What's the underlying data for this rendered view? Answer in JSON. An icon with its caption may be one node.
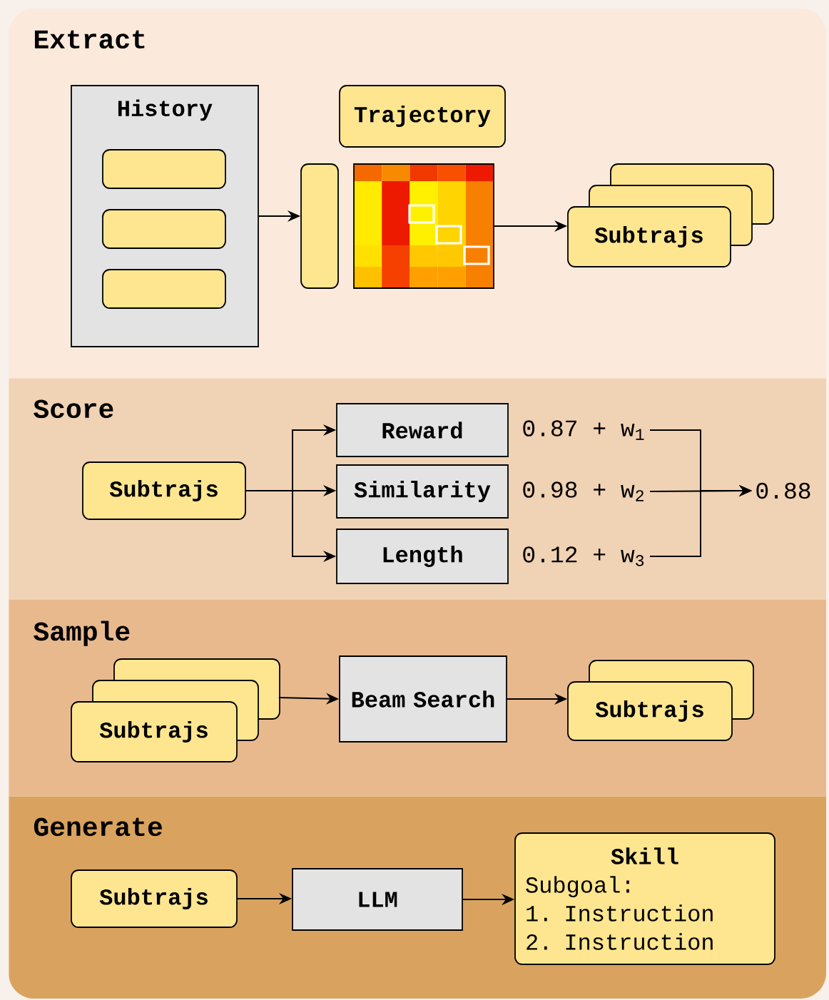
{
  "diagram": {
    "nodes": [
      {
        "text": [
          "Extract"
        ]
      },
      {
        "text": [
          "Score"
        ]
      },
      {
        "text": [
          "Sample"
        ]
      },
      {
        "text": [
          "Generate"
        ]
      },
      {
        "text": [
          "History"
        ],
        "in": 0
      },
      {
        "text": [],
        "shape": "box",
        "in": 4
      },
      {
        "text": [],
        "shape": "box",
        "in": 4
      },
      {
        "text": [],
        "shape": "box",
        "in": 4
      },
      {
        "text": [
          "Trajectory"
        ],
        "in": 0
      },
      {
        "text": [],
        "shape": "box",
        "in": 0
      },
      {
        "text": [],
        "shape": "picture",
        "in": 0
      },
      {
        "text": [
          "Subtrajs"
        ],
        "in": 0
      },
      {
        "text": [
          "Subtrajs"
        ],
        "in": 1
      },
      {
        "text": [
          "Reward"
        ],
        "in": 1,
        "beside": [
          "0.87 + w$_{1}$"
        ]
      },
      {
        "text": [
          "Similarity"
        ],
        "in": 1,
        "beside": [
          "0.98 + w$_{2}$"
        ]
      },
      {
        "text": [
          "Length"
        ],
        "in": 1,
        "beside": [
          "0.12 + w$_{3}$"
        ]
      },
      {
        "text": [
          "0.88"
        ],
        "in": 1
      },
      {
        "text": [
          "Subtrajs"
        ],
        "in": 2
      },
      {
        "text": [
          "Beam Search"
        ],
        "in": 2
      },
      {
        "text": [
          "Subtrajs"
        ],
        "in": 2
      },
      {
        "text": [
          "Subtrajs"
        ],
        "in": 3
      },
      {
        "text": [
          "LLM"
        ],
        "in": 3
      },
      {
        "text": [
          "Skill",
          "Subgoal:",
          "1. Instruction",
          "2. Instruction"
        ],
        "in": 3
      }
    ],
    "edges": [
      {
        "from": 4,
        "to": 9,
        "arrow": "to"
      },
      {
        "from": 10,
        "to": 11,
        "arrow": "to"
      },
      {
        "from": 12,
        "to": 13,
        "arrow": "to"
      },
      {
        "from": 12,
        "to": 14,
        "arrow": "to"
      },
      {
        "from": 12,
        "to": 15,
        "arrow": "to"
      },
      {
        "from": 13,
        "to": 16,
        "arrow": "to"
      },
      {
        "from": 14,
        "to": 16,
        "arrow": "to"
      },
      {
        "from": 15,
        "to": 16,
        "arrow": "to"
      },
      {
        "from": 17,
        "to": 18,
        "arrow": "to"
      },
      {
        "from": 18,
        "to": 19,
        "arrow": "to"
      },
      {
        "from": 20,
        "to": 21,
        "arrow": "to"
      },
      {
        "from": 21,
        "to": 22,
        "arrow": "to"
      }
    ]
  }
}
